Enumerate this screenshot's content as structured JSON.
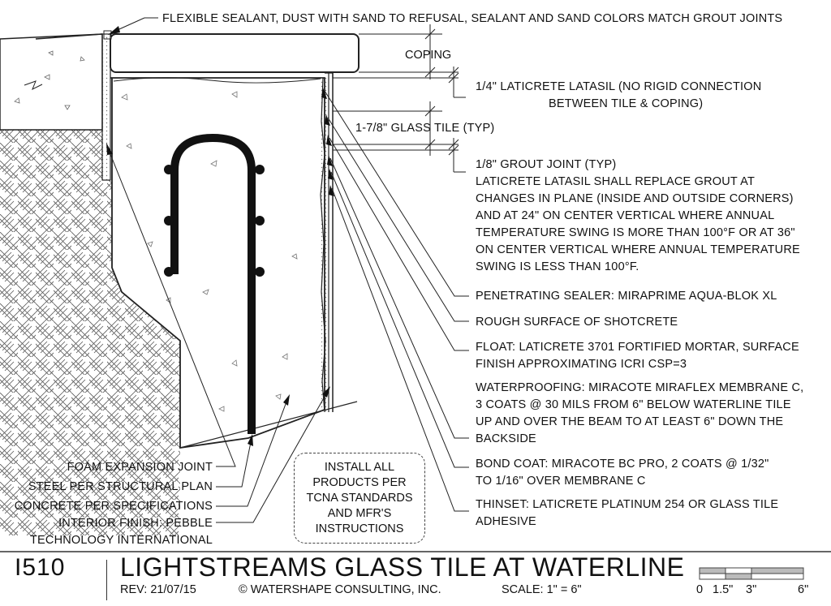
{
  "top_note": "FLEXIBLE SEALANT, DUST WITH SAND TO REFUSAL, SEALANT AND SAND COLORS MATCH GROUT JOINTS",
  "dimensions": {
    "coping": "COPING",
    "latasil": [
      "1/4\" LATICRETE LATASIL (NO RIGID CONNECTION",
      "BETWEEN TILE & COPING)"
    ],
    "glass_tile": "1-7/8\" GLASS TILE (TYP)"
  },
  "right_notes": {
    "grout": [
      "1/8\" GROUT JOINT (TYP)",
      "LATICRETE LATASIL SHALL REPLACE GROUT AT",
      "CHANGES IN PLANE (INSIDE AND OUTSIDE CORNERS)",
      "AND AT 24\" ON CENTER VERTICAL WHERE ANNUAL",
      "TEMPERATURE SWING IS MORE THAN 100°F OR AT 36\"",
      "ON CENTER VERTICAL WHERE ANNUAL TEMPERATURE",
      "SWING IS LESS THAN 100°F."
    ],
    "sealer": "PENETRATING SEALER: MIRAPRIME AQUA-BLOK XL",
    "rough": "ROUGH SURFACE OF SHOTCRETE",
    "float": [
      "FLOAT: LATICRETE 3701 FORTIFIED MORTAR, SURFACE",
      "FINISH APPROXIMATING ICRI CSP=3"
    ],
    "waterproofing": [
      "WATERPROOFING: MIRACOTE MIRAFLEX MEMBRANE C,",
      "3 COATS @ 30 MILS FROM 6\" BELOW WATERLINE TILE",
      "UP AND OVER THE BEAM TO AT LEAST 6\" DOWN THE",
      "BACKSIDE"
    ],
    "bond_coat": [
      "BOND COAT: MIRACOTE BC PRO, 2 COATS @ 1/32\"",
      "TO 1/16\" OVER MEMBRANE C"
    ],
    "thinset": [
      "THINSET: LATICRETE PLATINUM 254 OR GLASS TILE",
      "ADHESIVE"
    ]
  },
  "left_notes": {
    "foam": "FOAM EXPANSION JOINT",
    "steel": "STEEL PER STRUCTURAL PLAN",
    "concrete": "CONCRETE PER SPECIFICATIONS",
    "interior": [
      "INTERIOR FINISH: PEBBLE",
      "TECHNOLOGY INTERNATIONAL"
    ]
  },
  "install_box": [
    "INSTALL ALL",
    "PRODUCTS PER",
    "TCNA STANDARDS",
    "AND MFR'S",
    "INSTRUCTIONS"
  ],
  "title_block": {
    "sheet_id": "I510",
    "title": "LIGHTSTREAMS GLASS TILE AT WATERLINE",
    "rev": "REV:  21/07/15",
    "copyright": "© WATERSHAPE CONSULTING, INC.",
    "scale": "SCALE:  1\" = 6\"",
    "scale_bar_labels": [
      "0",
      "1.5\"",
      "3\"",
      "6\""
    ]
  }
}
